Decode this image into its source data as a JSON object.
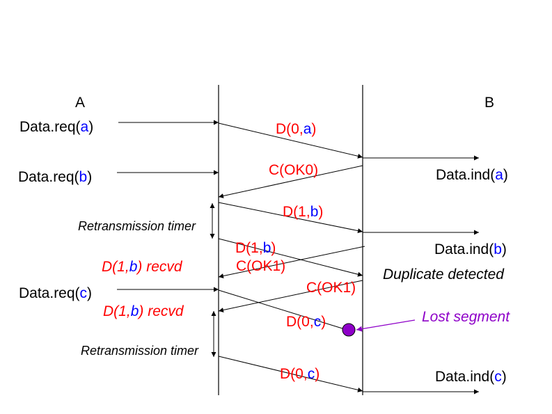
{
  "colors": {
    "line": "#000000",
    "red": "#ff0000",
    "blue": "#0000ff",
    "purple": "#8e00c8"
  },
  "side_a": "A",
  "side_b": "B",
  "a_events": {
    "req_a": {
      "pre": "Data.req(",
      "arg": "a",
      "post": ")"
    },
    "req_b": {
      "pre": "Data.req(",
      "arg": "b",
      "post": ")"
    },
    "req_c": {
      "pre": "Data.req(",
      "arg": "c",
      "post": ")"
    }
  },
  "b_events": {
    "ind_a": {
      "pre": "Data.ind(",
      "arg": "a",
      "post": ")"
    },
    "ind_b": {
      "pre": "Data.ind(",
      "arg": "b",
      "post": ")"
    },
    "ind_c": {
      "pre": "Data.ind(",
      "arg": "c",
      "post": ")"
    },
    "duplicate": "Duplicate detected"
  },
  "messages": {
    "d0a": {
      "pre": "D(0,",
      "arg": "a",
      "post": ")"
    },
    "cok0": "C(OK0)",
    "d1b_1": {
      "pre": "D(1,",
      "arg": "b",
      "post": ")"
    },
    "d1b_2": {
      "pre": "D(1,",
      "arg": "b",
      "post": ")"
    },
    "cok1_1": "C(OK1)",
    "cok1_2": "C(OK1)",
    "d0c_1": {
      "pre": "D(0,",
      "arg": "c",
      "post": ")"
    },
    "d0c_2": {
      "pre": "D(0,",
      "arg": "c",
      "post": ")"
    }
  },
  "annotations": {
    "retx_timer_1": "Retransmission timer",
    "retx_timer_2": "Retransmission timer",
    "recvd_1": {
      "pre": "D(1,",
      "arg": "b",
      "post": ") recvd"
    },
    "recvd_2": {
      "pre": "D(1,",
      "arg": "b",
      "post": ") recvd"
    },
    "lost_segment": "Lost segment"
  }
}
